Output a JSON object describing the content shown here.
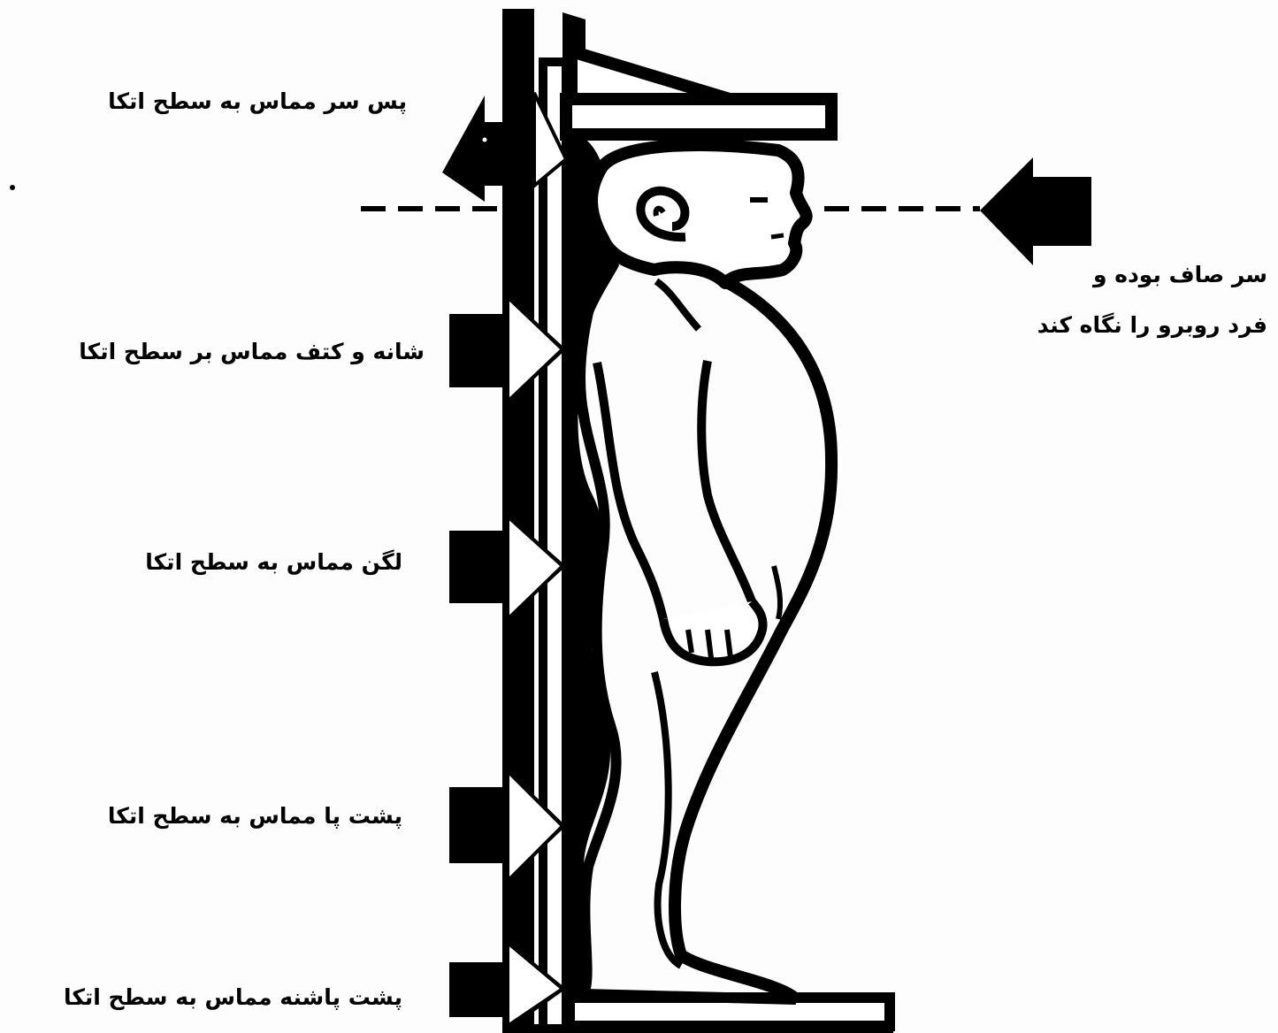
{
  "labels": {
    "head_back": "پس سر مماس به سطح اتکا",
    "shoulder": "شانه و کتف مماس بر سطح اتکا",
    "pelvis": "لگن مماس به سطح اتکا",
    "calf": "پشت پا مماس به سطح اتکا",
    "heel": "پشت پاشنه مماس به سطح اتکا",
    "gaze_line1": "سر صاف بوده و",
    "gaze_line2": "فرد روبرو را نگاه کند"
  },
  "colors": {
    "ink": "#000000",
    "paper": "#fdfdfd"
  },
  "icons": {
    "contact_arrow": "right-pointing-block-arrow",
    "gaze_arrow": "left-pointing-block-arrow"
  }
}
